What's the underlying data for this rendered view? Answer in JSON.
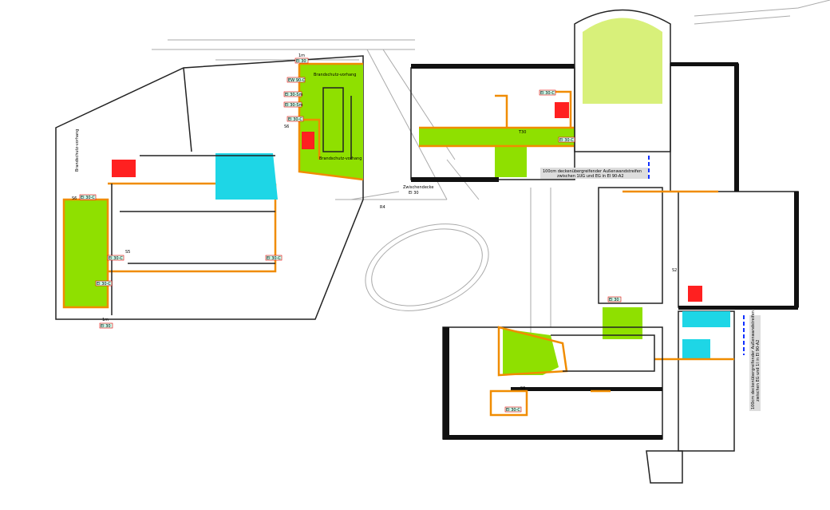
{
  "plan": {
    "labels": {
      "curtain_top": "Brandschutz-vorhang",
      "curtain_bottom": "Brandschutz-vorhang",
      "curtain_left": "Brandschutz-vorhang",
      "ew90": "EW 90-C",
      "ei30sm": "EI 30-Sm",
      "ei30c": "EI 30-C",
      "ei30": "EI 30",
      "one_m": "1m",
      "s6": "S6",
      "s5": "S5",
      "s2": "S2",
      "r4": "R4",
      "t30": "T30",
      "intermediate_ceiling": "Zwischendecke",
      "intermediate_ceiling_rating": "EI 30"
    },
    "notes": {
      "wall_strip_ug_line1": "100cm deckenübergreifender Außenwandstreifen",
      "wall_strip_ug_line2": "zwischen 1UG und EG in EI 90-A2",
      "wall_strip_og_line1": "100cm deckenübergreifender Außenwandstreifen",
      "wall_strip_og_line2": "zwischen EG und 1I in EI 90-A2"
    },
    "colors": {
      "escape_route": "#8fe000",
      "stair_zone": "#1ed6e6",
      "auditorium": "#d8f07a",
      "fire_door_line": "#f08c00",
      "elevator": "#ff2020"
    }
  }
}
